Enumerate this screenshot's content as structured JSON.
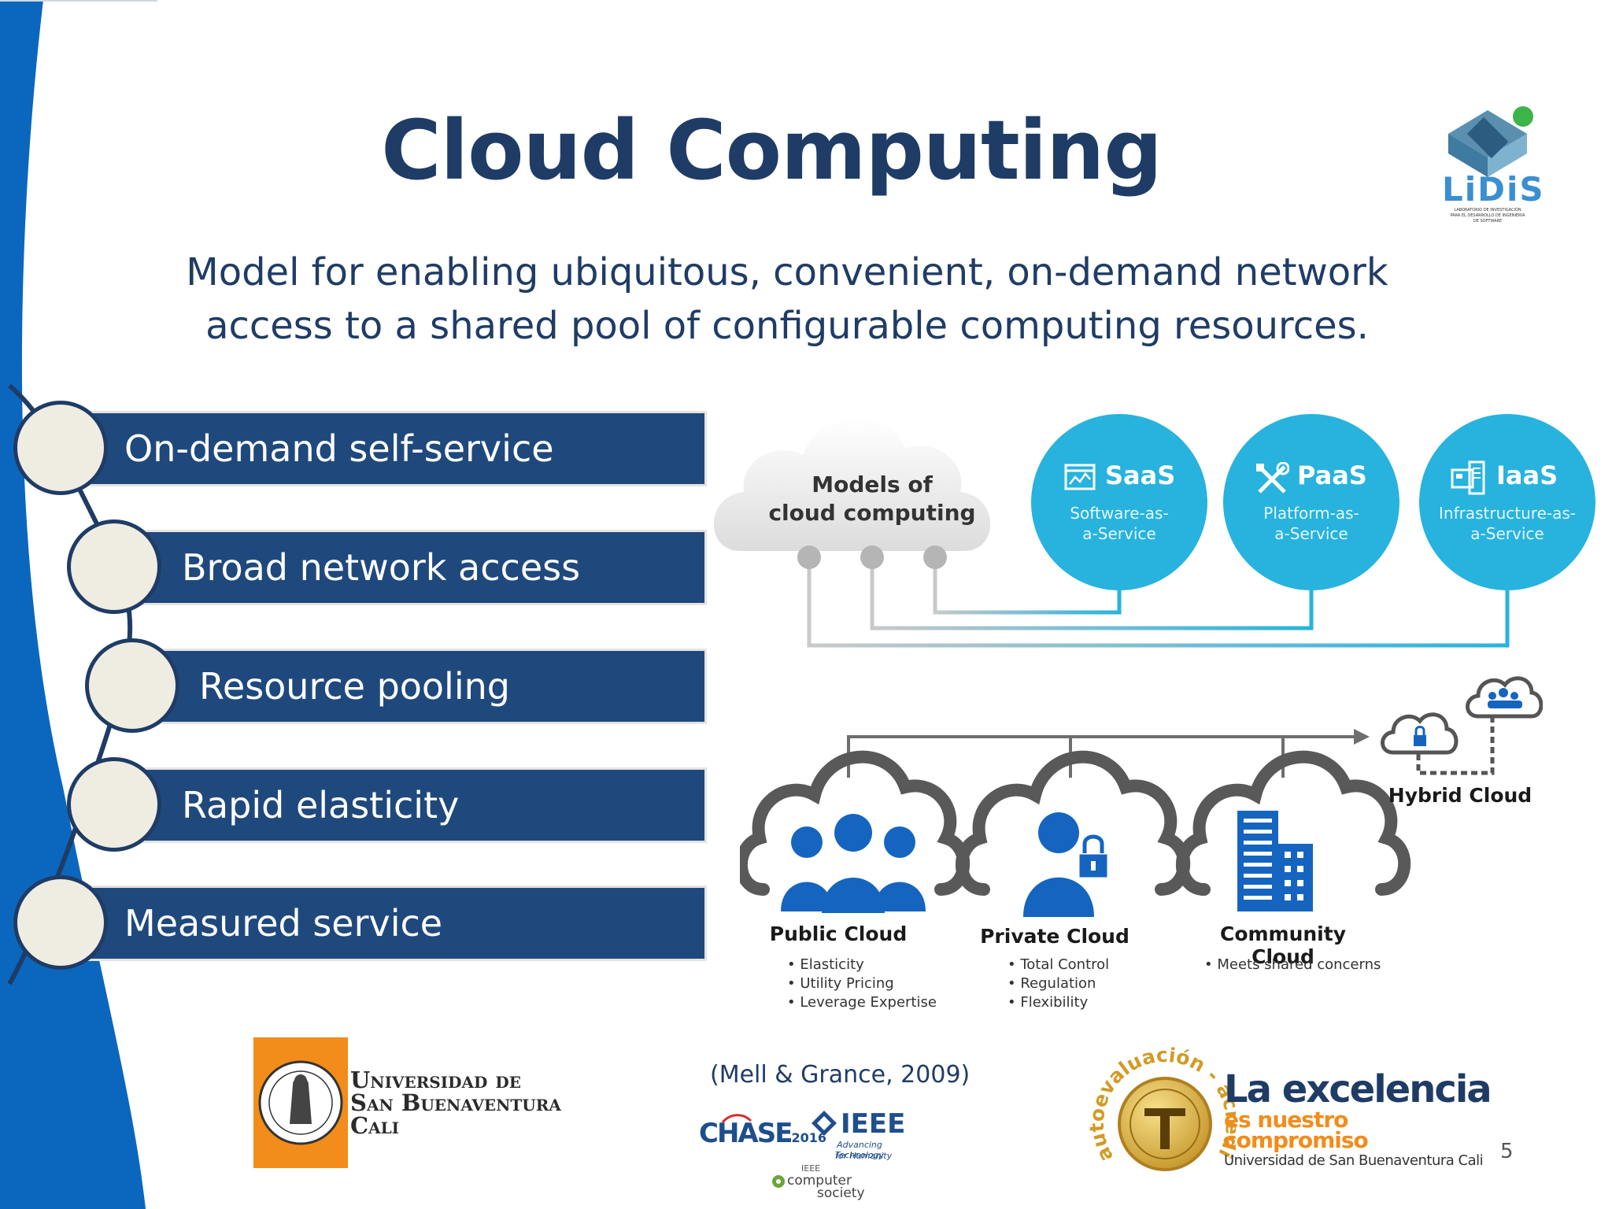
{
  "slide": {
    "title": "Cloud Computing",
    "subtitle_line1": "Model for enabling ubiquitous, convenient, on-demand network",
    "subtitle_line2": "access to a shared pool of configurable computing resources.",
    "page_number": "5",
    "citation": "(Mell & Grance, 2009)"
  },
  "characteristics": [
    {
      "label": "On-demand self-service"
    },
    {
      "label": "Broad network access"
    },
    {
      "label": "Resource pooling"
    },
    {
      "label": "Rapid elasticity"
    },
    {
      "label": "Measured service"
    }
  ],
  "models": {
    "cloud_line1": "Models of",
    "cloud_line2": "cloud computing",
    "items": [
      {
        "title": "SaaS",
        "sub1": "Software-as-",
        "sub2": "a-Service",
        "icon": "browser-chart-icon"
      },
      {
        "title": "PaaS",
        "sub1": "Platform-as-",
        "sub2": "a-Service",
        "icon": "tools-icon"
      },
      {
        "title": "IaaS",
        "sub1": "Infrastructure-as-",
        "sub2": "a-Service",
        "icon": "server-icon"
      }
    ]
  },
  "deployment": {
    "hybrid": "Hybrid Cloud",
    "public": {
      "name": "Public Cloud",
      "features": [
        "Elasticity",
        "Utility Pricing",
        "Leverage Expertise"
      ]
    },
    "private": {
      "name": "Private Cloud",
      "features": [
        "Total Control",
        "Regulation",
        "Flexibility"
      ]
    },
    "community": {
      "name": "Community Cloud",
      "features": [
        "Meets shared concerns"
      ]
    }
  },
  "logos": {
    "lidis_name": "LiDiS",
    "lidis_caption1": "LABORATORIO DE INVESTIGACIÓN",
    "lidis_caption2": "PARA EL DESARROLLO DE INGENIERÍA",
    "lidis_caption3": "DE SOFTWARE",
    "usb_line1": "Universidad de",
    "usb_line2": "San Buenaventura",
    "usb_line3": "Cali",
    "chase": "CHASE",
    "chase_year": "2016",
    "ieee": "IEEE",
    "ieee_tag1": "Advancing Technology",
    "ieee_tag2": "for Humanity",
    "cs_line0": "IEEE",
    "cs_line1": "computer",
    "cs_line2": "society",
    "seal_arc": "autoevaluación - acreditación",
    "excel_line1": "La excelencia",
    "excel_line2": "es nuestro compromiso",
    "excel_line3": "Universidad de San Buenaventura Cali"
  },
  "colors": {
    "navy": "#1f3c66",
    "bar_blue": "#1f497d",
    "side_blue": "#0b67bd",
    "cyan": "#27b3de",
    "cloud_gray": "#5b5b5b",
    "icon_blue": "#1565c0",
    "orange": "#f28c1a"
  }
}
